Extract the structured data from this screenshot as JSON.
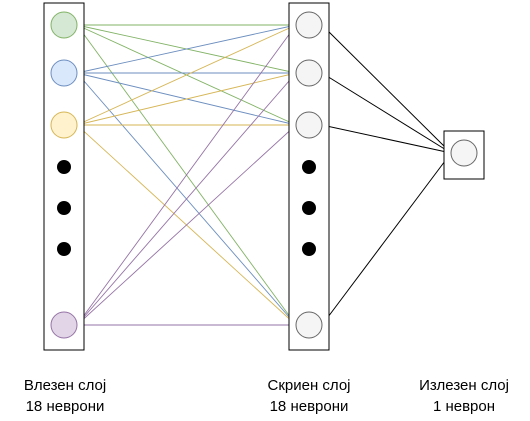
{
  "layers": [
    {
      "id": "input",
      "title": "Влезен слој",
      "count": "18 неврони",
      "nodes": [
        {
          "kind": "neuron",
          "fill": "#d5e8d4",
          "stroke": "#82b366",
          "edge": "#82b366"
        },
        {
          "kind": "neuron",
          "fill": "#dae8fc",
          "stroke": "#6c8ebf",
          "edge": "#6c8ebf"
        },
        {
          "kind": "neuron",
          "fill": "#fff2cc",
          "stroke": "#d6b656",
          "edge": "#d6b656"
        },
        {
          "kind": "dot"
        },
        {
          "kind": "dot"
        },
        {
          "kind": "dot"
        },
        {
          "kind": "neuron",
          "fill": "#e1d5e7",
          "stroke": "#9673a6",
          "edge": "#9673a6"
        }
      ]
    },
    {
      "id": "hidden",
      "title": "Скриен слој",
      "count": "18 неврони",
      "nodes": [
        {
          "kind": "neuron",
          "fill": "#f5f5f5",
          "stroke": "#666666"
        },
        {
          "kind": "neuron",
          "fill": "#f5f5f5",
          "stroke": "#666666"
        },
        {
          "kind": "neuron",
          "fill": "#f5f5f5",
          "stroke": "#666666"
        },
        {
          "kind": "dot"
        },
        {
          "kind": "dot"
        },
        {
          "kind": "dot"
        },
        {
          "kind": "neuron",
          "fill": "#f5f5f5",
          "stroke": "#666666"
        }
      ]
    },
    {
      "id": "output",
      "title": "Излезен слој",
      "count": "1 неврон",
      "nodes": [
        {
          "kind": "neuron",
          "fill": "#f5f5f5",
          "stroke": "#666666"
        }
      ]
    }
  ],
  "colors": {
    "box_stroke": "#000000",
    "dot": "#000000",
    "output_edges": "#000000"
  }
}
